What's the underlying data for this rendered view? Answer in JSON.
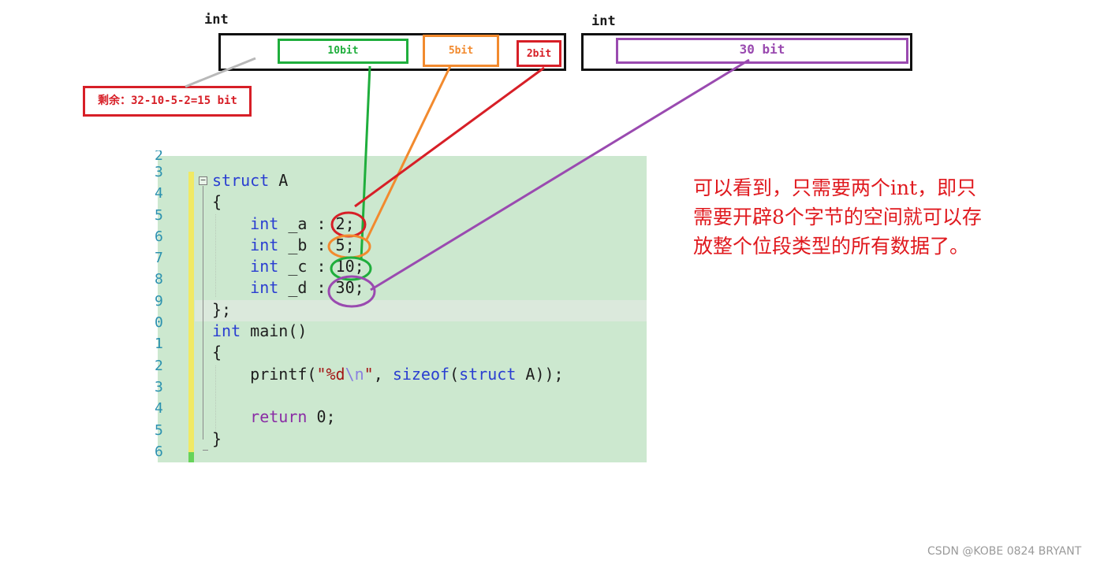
{
  "top": {
    "int_label_1": "int",
    "int_label_2": "int",
    "field_10": "10bit",
    "field_5": "5bit",
    "field_2": "2bit",
    "field_30": "30 bit",
    "remaining": "剩余：32-10-5-2=15 bit"
  },
  "code": {
    "line_numbers": [
      "2",
      "3",
      "4",
      "5",
      "6",
      "7",
      "8",
      "9",
      "0",
      "1",
      "2",
      "3",
      "4",
      "5",
      "6"
    ],
    "lines": [
      {
        "segments": [
          {
            "t": "struct",
            "c": "kw"
          },
          {
            "t": " A",
            "c": "fn"
          }
        ]
      },
      {
        "segments": [
          {
            "t": "{",
            "c": "fn"
          }
        ]
      },
      {
        "segments": [
          {
            "t": "    ",
            "c": "fn"
          },
          {
            "t": "int",
            "c": "kw"
          },
          {
            "t": " _a : 2;",
            "c": "fn"
          }
        ]
      },
      {
        "segments": [
          {
            "t": "    ",
            "c": "fn"
          },
          {
            "t": "int",
            "c": "kw"
          },
          {
            "t": " _b : 5;",
            "c": "fn"
          }
        ]
      },
      {
        "segments": [
          {
            "t": "    ",
            "c": "fn"
          },
          {
            "t": "int",
            "c": "kw"
          },
          {
            "t": " _c : 10;",
            "c": "fn"
          }
        ]
      },
      {
        "segments": [
          {
            "t": "    ",
            "c": "fn"
          },
          {
            "t": "int",
            "c": "kw"
          },
          {
            "t": " _d : 30;",
            "c": "fn"
          }
        ]
      },
      {
        "segments": [
          {
            "t": "};",
            "c": "fn"
          }
        ]
      },
      {
        "segments": [
          {
            "t": "int",
            "c": "kw"
          },
          {
            "t": " main()",
            "c": "fn"
          }
        ]
      },
      {
        "segments": [
          {
            "t": "{",
            "c": "fn"
          }
        ]
      },
      {
        "segments": [
          {
            "t": "    printf(",
            "c": "fn"
          },
          {
            "t": "\"%d",
            "c": "str"
          },
          {
            "t": "\\n",
            "c": "esc"
          },
          {
            "t": "\"",
            "c": "str"
          },
          {
            "t": ", ",
            "c": "fn"
          },
          {
            "t": "sizeof",
            "c": "kw"
          },
          {
            "t": "(",
            "c": "fn"
          },
          {
            "t": "struct",
            "c": "kw"
          },
          {
            "t": " A));",
            "c": "fn"
          }
        ]
      },
      {
        "segments": [
          {
            "t": "",
            "c": "fn"
          }
        ]
      },
      {
        "segments": [
          {
            "t": "    ",
            "c": "fn"
          },
          {
            "t": "return",
            "c": "kw2"
          },
          {
            "t": " 0;",
            "c": "fn"
          }
        ]
      },
      {
        "segments": [
          {
            "t": "}",
            "c": "fn"
          }
        ]
      }
    ]
  },
  "note": {
    "line1": "可以看到，只需要两个int，即只",
    "line2": "需要开辟8个字节的空间就可以存",
    "line3": "放整个位段类型的所有数据了。"
  },
  "footer": "CSDN @KOBE 0824 BRYANT",
  "colors": {
    "green": "#1fae3c",
    "orange": "#f28a2e",
    "red": "#d71f27",
    "purple": "#9a4ab0",
    "gray": "#b8b8b8"
  }
}
